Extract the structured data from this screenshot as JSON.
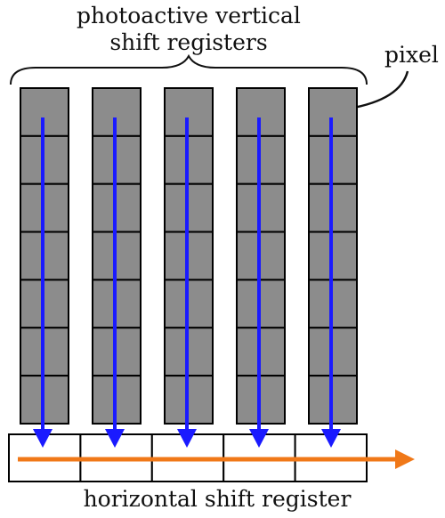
{
  "labels": {
    "vertical_line1": "photoactive vertical",
    "vertical_line2": "shift registers",
    "pixel": "pixel",
    "horizontal": "horizontal shift register"
  },
  "structure": {
    "columns": 5,
    "rows_per_column": 7,
    "horizontal_cells": 5
  },
  "colors": {
    "pixel_fill": "#8c8c8c",
    "cell_border": "#000000",
    "vertical_arrow": "#1a1aff",
    "horizontal_arrow": "#f07818",
    "register_fill": "#ffffff",
    "text": "#111111"
  }
}
